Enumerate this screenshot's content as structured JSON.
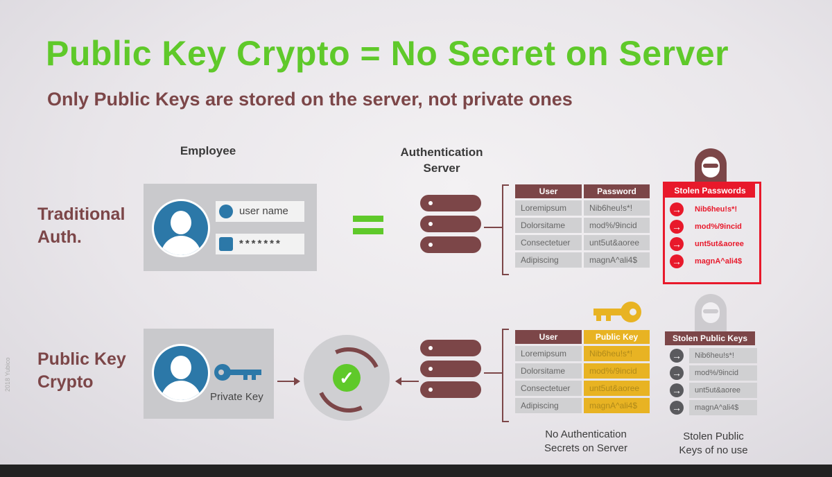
{
  "title": "Public Key Crypto = No Secret on Server",
  "subtitle": "Only Public Keys are stored on the server, not private ones",
  "headers": {
    "employee": "Employee",
    "auth_server_line1": "Authentication",
    "auth_server_line2": "Server"
  },
  "traditional": {
    "label_line1": "Traditional",
    "label_line2": "Auth.",
    "username_placeholder": "user name",
    "password_mask": "*******",
    "table": {
      "columns": [
        "User",
        "Password"
      ],
      "rows": [
        [
          "Loremipsum",
          "Nib6heu!s*!"
        ],
        [
          "Dolorsitame",
          "mod%/9incid"
        ],
        [
          "Consectetuer",
          "unt5ut&aoree"
        ],
        [
          "Adipiscing",
          "magnA^ali4$"
        ]
      ]
    },
    "stolen": {
      "header": "Stolen Passwords",
      "values": [
        "Nib6heu!s*!",
        "mod%/9incid",
        "unt5ut&aoree",
        "magnA^ali4$"
      ]
    }
  },
  "public_key": {
    "label_line1": "Public Key",
    "label_line2": "Crypto",
    "private_key_label": "Private Key",
    "table": {
      "columns": [
        "User",
        "Public Key"
      ],
      "rows": [
        [
          "Loremipsum",
          "Nib6heu!s*!"
        ],
        [
          "Dolorsitame",
          "mod%/9incid"
        ],
        [
          "Consectetuer",
          "unt5ut&aoree"
        ],
        [
          "Adipiscing",
          "magnA^ali4$"
        ]
      ]
    },
    "stolen": {
      "header": "Stolen Public Keys",
      "values": [
        "Nib6heu!s*!",
        "mod%/9incid",
        "unt5ut&aoree",
        "magnA^ali4$"
      ]
    }
  },
  "captions": {
    "no_secrets_line1": "No Authentication",
    "no_secrets_line2": "Secrets on Server",
    "stolen_no_use_line1": "Stolen Public",
    "stolen_no_use_line2": "Keys of no use"
  },
  "copyright": "2018 Yubico",
  "colors": {
    "title_green": "#5fc92a",
    "maroon": "#7c4648",
    "user_blue": "#2c78a8",
    "alert_red": "#e8192b",
    "key_gold": "#e8b323"
  }
}
